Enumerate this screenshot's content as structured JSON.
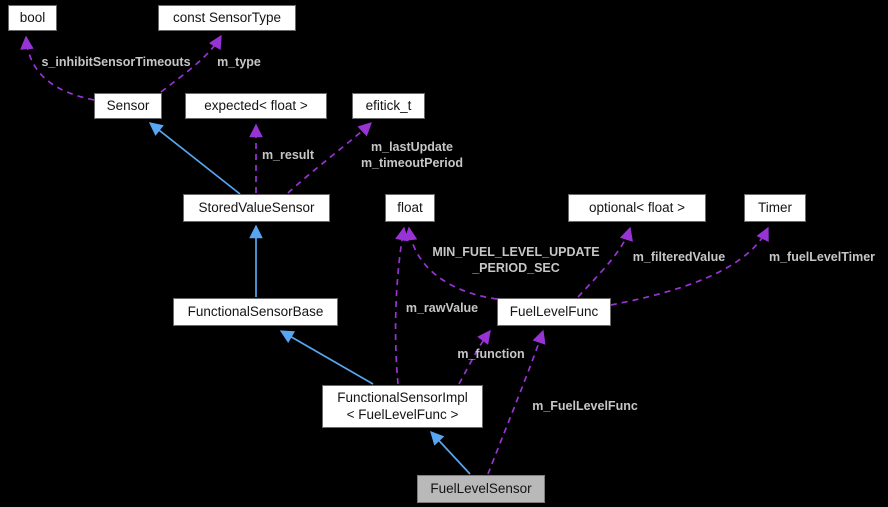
{
  "diagram": {
    "kind": "collaboration-graph",
    "nodes": {
      "bool": "bool",
      "const_sensor_type": "const SensorType",
      "sensor": "Sensor",
      "expected_float": "expected< float >",
      "efitick_t": "efitick_t",
      "stored_value_sensor": "StoredValueSensor",
      "float": "float",
      "optional_float": "optional< float >",
      "timer": "Timer",
      "functional_sensor_base": "FunctionalSensorBase",
      "fuel_level_func": "FuelLevelFunc",
      "functional_sensor_impl_line1": "FunctionalSensorImpl",
      "functional_sensor_impl_line2": "< FuelLevelFunc >",
      "fuel_level_sensor": "FuelLevelSensor"
    },
    "edge_labels": {
      "s_inhibit_sensor_timeouts": "s_inhibitSensorTimeouts",
      "m_type": "m_type",
      "m_result": "m_result",
      "m_last_update": "m_lastUpdate",
      "m_timeout_period": "m_timeoutPeriod",
      "min_fuel_line1": "MIN_FUEL_LEVEL_UPDATE",
      "min_fuel_line2": "_PERIOD_SEC",
      "m_filtered_value": "m_filteredValue",
      "m_fuel_level_timer": "m_fuelLevelTimer",
      "m_raw_value": "m_rawValue",
      "m_function": "m_function",
      "m_fuel_level_func": "m_FuelLevelFunc"
    },
    "colors": {
      "background": "#000000",
      "node_fill": "#ffffff",
      "node_border": "#696969",
      "node_text": "#141414",
      "highlight_node_fill": "#b9b9b9",
      "inheritance_edge": "#58a6f2",
      "usage_edge": "#9833d6",
      "edge_label_text": "#c6c6c6"
    }
  }
}
